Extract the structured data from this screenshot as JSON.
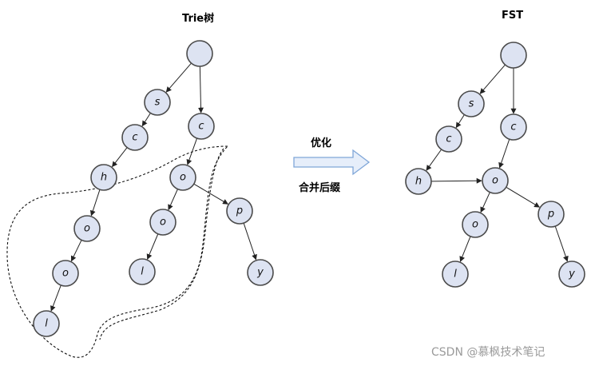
{
  "titles": {
    "left": "Trie树",
    "right": "FST"
  },
  "arrow": {
    "top_label": "优化",
    "bottom_label": "合并后缀"
  },
  "watermark": "CSDN @慕枫技术笔记",
  "colors": {
    "node_fill": "#dde3f2",
    "node_stroke": "#4b4b4b",
    "arrow_fill": "#e6eefa",
    "arrow_stroke": "#7fa6d8"
  },
  "trie": {
    "nodes": [
      {
        "id": "root",
        "label": ""
      },
      {
        "id": "s",
        "label": "s"
      },
      {
        "id": "c1",
        "label": "c"
      },
      {
        "id": "h",
        "label": "h"
      },
      {
        "id": "o1",
        "label": "o"
      },
      {
        "id": "o2",
        "label": "o"
      },
      {
        "id": "l1",
        "label": "l"
      },
      {
        "id": "c2",
        "label": "c"
      },
      {
        "id": "o3",
        "label": "o"
      },
      {
        "id": "o4",
        "label": "o"
      },
      {
        "id": "l2",
        "label": "l"
      },
      {
        "id": "p",
        "label": "p"
      },
      {
        "id": "y",
        "label": "y"
      }
    ],
    "edges": [
      [
        "root",
        "s"
      ],
      [
        "s",
        "c1"
      ],
      [
        "c1",
        "h"
      ],
      [
        "h",
        "o1"
      ],
      [
        "o1",
        "o2"
      ],
      [
        "o2",
        "l1"
      ],
      [
        "root",
        "c2"
      ],
      [
        "c2",
        "o3"
      ],
      [
        "o3",
        "o4"
      ],
      [
        "o4",
        "l2"
      ],
      [
        "o3",
        "p"
      ],
      [
        "p",
        "y"
      ]
    ]
  },
  "fst": {
    "nodes": [
      {
        "id": "root",
        "label": ""
      },
      {
        "id": "s",
        "label": "s"
      },
      {
        "id": "c1",
        "label": "c"
      },
      {
        "id": "h",
        "label": "h"
      },
      {
        "id": "c2",
        "label": "c"
      },
      {
        "id": "o",
        "label": "o"
      },
      {
        "id": "o2",
        "label": "o"
      },
      {
        "id": "l",
        "label": "l"
      },
      {
        "id": "p",
        "label": "p"
      },
      {
        "id": "y",
        "label": "y"
      }
    ],
    "edges": [
      [
        "root",
        "s"
      ],
      [
        "s",
        "c1"
      ],
      [
        "c1",
        "h"
      ],
      [
        "h",
        "o"
      ],
      [
        "root",
        "c2"
      ],
      [
        "c2",
        "o"
      ],
      [
        "o",
        "o2"
      ],
      [
        "o2",
        "l"
      ],
      [
        "o",
        "p"
      ],
      [
        "p",
        "y"
      ]
    ]
  }
}
